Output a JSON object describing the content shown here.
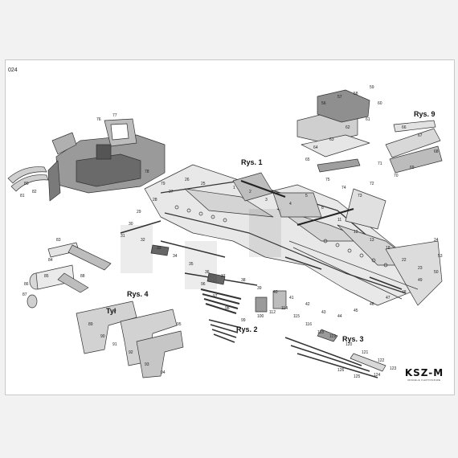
{
  "page_number": "024",
  "section_labels": {
    "rys1": "Rys. 1",
    "rys2": "Rys. 2",
    "rys3": "Rys. 3",
    "rys4": "Rys. 4",
    "rys9": "Rys. 9",
    "tyl": "Tył"
  },
  "logo": {
    "main": "KSZ-M",
    "sub": "MODELE KARTONOWE"
  },
  "part_labels": [
    "1",
    "2",
    "3",
    "4",
    "5",
    "8",
    "11",
    "12",
    "13",
    "18",
    "22",
    "23",
    "24",
    "25",
    "26",
    "27",
    "28",
    "29",
    "30",
    "31",
    "32",
    "33",
    "34",
    "35",
    "36",
    "37",
    "38",
    "39",
    "40",
    "41",
    "42",
    "43",
    "44",
    "45",
    "46",
    "47",
    "48",
    "49",
    "50",
    "53",
    "56",
    "57",
    "58",
    "59",
    "60",
    "61",
    "62",
    "63",
    "64",
    "65",
    "66",
    "67",
    "68",
    "69",
    "70",
    "71",
    "72",
    "73",
    "74",
    "75",
    "76",
    "77",
    "78",
    "79",
    "80",
    "81",
    "82",
    "83",
    "84",
    "85",
    "86",
    "87",
    "88",
    "89",
    "90",
    "91",
    "92",
    "93",
    "94",
    "95",
    "96",
    "97",
    "98",
    "99",
    "100",
    "112",
    "114",
    "115",
    "116",
    "118",
    "119",
    "120",
    "121",
    "122",
    "123",
    "124",
    "125",
    "126"
  ]
}
